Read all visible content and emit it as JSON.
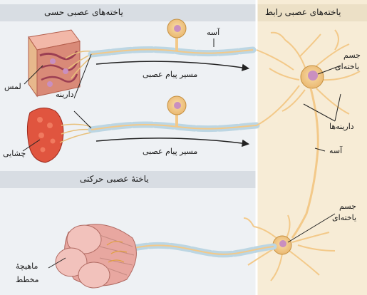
{
  "headers": {
    "sensory": "یاخته‌های عصبی حسی",
    "interneuron": "یاخته‌های عصبی رابط",
    "motor": "یاختهٔ عصبی حرکتی"
  },
  "labels": {
    "touch": "لمس",
    "taste": "چشایی",
    "dendrite": "دارینه",
    "axon_top": "آسه",
    "pathway_1": "مسیر پیام عصبی",
    "pathway_2": "مسیر پیام عصبی",
    "cell_body_top_line1": "جسم",
    "cell_body_top_line2": "یاخته‌ای",
    "dendrites_plural": "دارینه‌ها",
    "axon_right": "آسه",
    "cell_body_bottom_line1": "جسم",
    "cell_body_bottom_line2": "یاخته‌ای",
    "muscle_line1": "ماهیچهٔ",
    "muscle_line2": "مخطط"
  },
  "colors": {
    "panel_bg": "#eef1f4",
    "header_bg": "#d8dde3",
    "interneuron_bg": "#f6ead2",
    "neuron_body": "#f3c989",
    "myelin": "#bcd6e3",
    "skin": "#d98a78",
    "tongue": "#e0553f",
    "muscle": "#e8a7a0",
    "arrow": "#222222"
  }
}
